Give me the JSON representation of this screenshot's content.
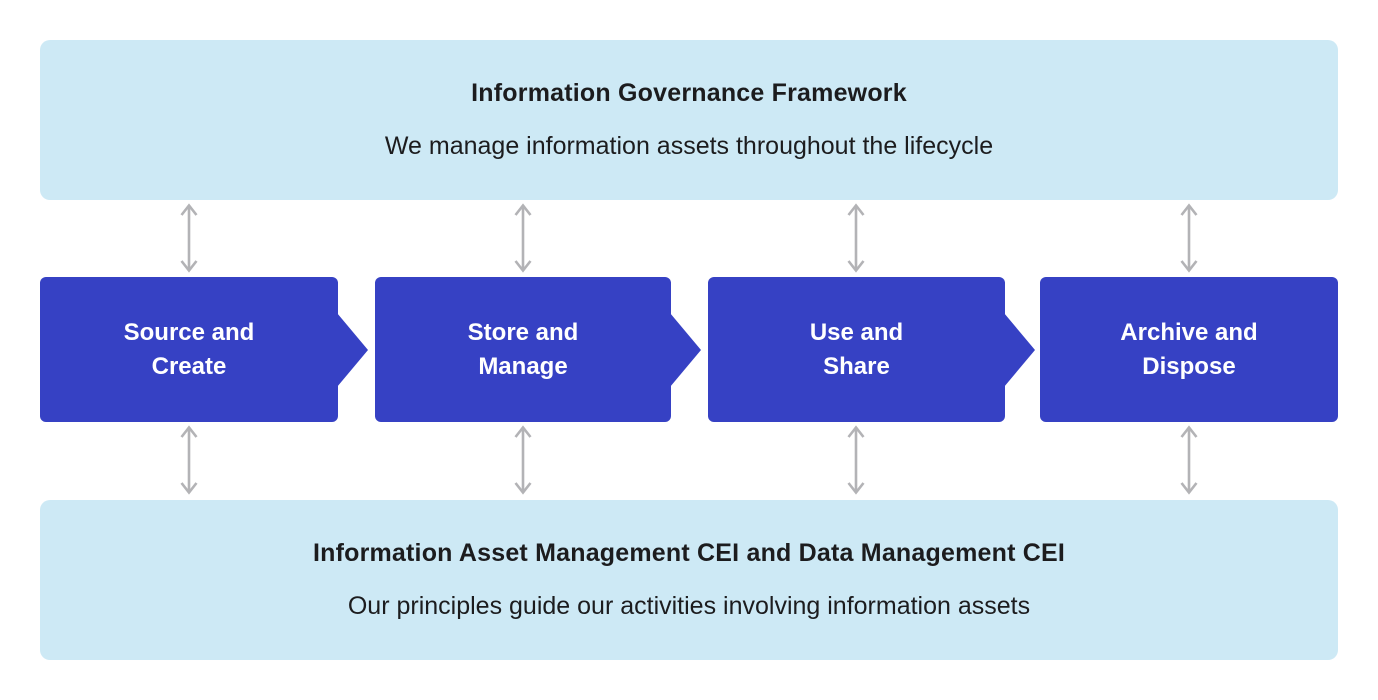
{
  "top_banner": {
    "title": "Information Governance Framework",
    "subtitle": "We manage information assets throughout the lifecycle"
  },
  "stages": [
    {
      "line1": "Source and",
      "line2": "Create"
    },
    {
      "line1": "Store and",
      "line2": "Manage"
    },
    {
      "line1": "Use and",
      "line2": "Share"
    },
    {
      "line1": "Archive and",
      "line2": "Dispose"
    }
  ],
  "bottom_banner": {
    "title": "Information Asset Management CEI and Data Management CEI",
    "subtitle": "Our principles guide our activities involving information assets"
  },
  "colors": {
    "banner_bg": "#cde9f5",
    "stage_bg": "#3641c4",
    "stage_text": "#ffffff",
    "banner_text": "#1c1c1e",
    "connector": "#b3b3b6"
  }
}
